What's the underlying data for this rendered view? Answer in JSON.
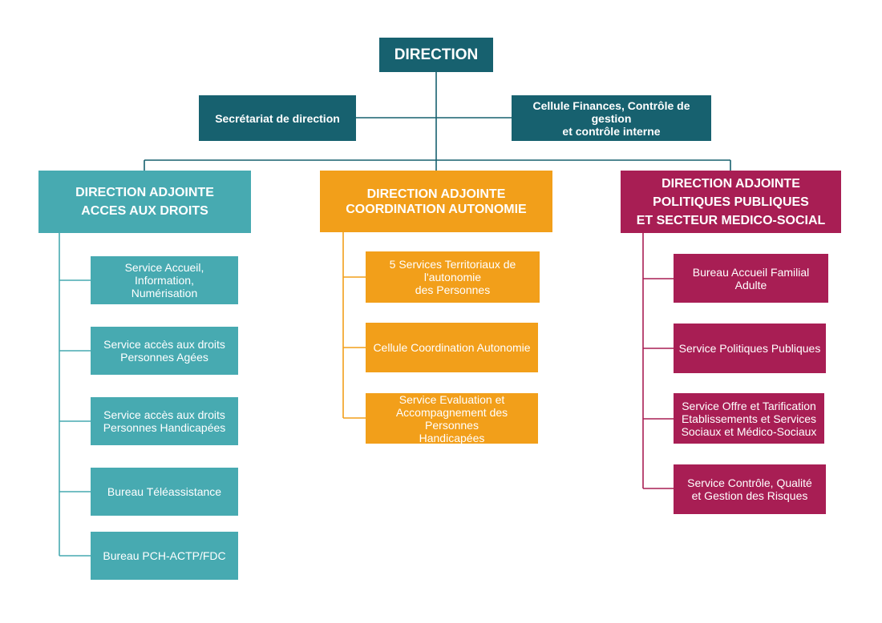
{
  "direction": {
    "label": "DIRECTION"
  },
  "staff": {
    "secretariat": "Secrétariat de direction",
    "cellule_finances": "Cellule Finances, Contrôle de gestion\net contrôle interne"
  },
  "departments": [
    {
      "title": "DIRECTION ADJOINTE\nACCES AUX DROITS",
      "color": "#47aab1",
      "services": [
        "Service Accueil, Information,\nNumérisation",
        "Service accès aux droits\nPersonnes Agées",
        "Service accès aux droits\nPersonnes Handicapées",
        "Bureau Téléassistance",
        "Bureau PCH-ACTP/FDC"
      ]
    },
    {
      "title": "DIRECTION ADJOINTE\nCOORDINATION AUTONOMIE",
      "color": "#f29f1a",
      "services": [
        "5 Services Territoriaux de l'autonomie\ndes Personnes",
        "Cellule Coordination Autonomie",
        "Service Evaluation et\nAccompagnement des Personnes\nHandicapées"
      ]
    },
    {
      "title": "DIRECTION ADJOINTE\nPOLITIQUES PUBLIQUES\nET SECTEUR MEDICO-SOCIAL",
      "color": "#a81e54",
      "services": [
        "Bureau Accueil Familial Adulte",
        "Service Politiques Publiques",
        "Service Offre et Tarification\nEtablissements et Services\nSociaux et Médico-Sociaux",
        "Service Contrôle, Qualité\net Gestion des Risques"
      ]
    }
  ]
}
